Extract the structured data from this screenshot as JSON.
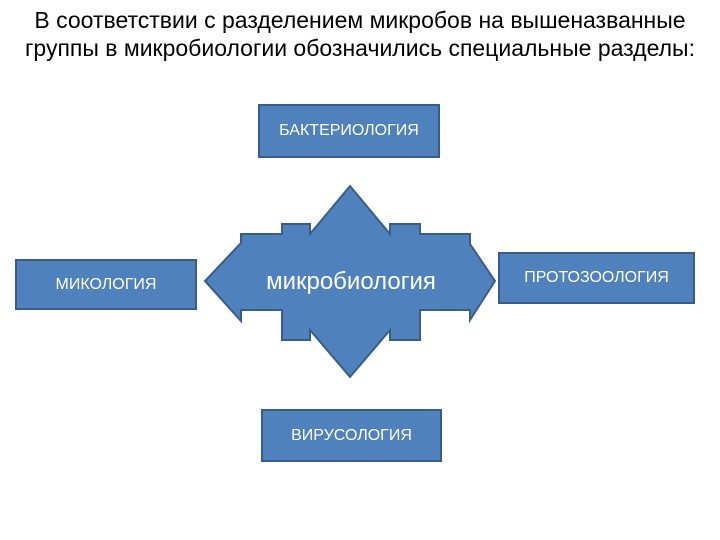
{
  "title": "В соответствии с разделением микробов на вышеназванные группы в микробиологии обозначились специальные разделы:",
  "center": {
    "label": "микробиология"
  },
  "sections": {
    "top": "БАКТЕРИОЛОГИЯ",
    "left": "МИКОЛОГИЯ",
    "right": "ПРОТОЗООЛОГИЯ",
    "bottom": "ВИРУСОЛОГИЯ"
  },
  "colors": {
    "fill": "#4f81bd",
    "border": "#385d8a",
    "text_on_fill": "#ffffff"
  }
}
